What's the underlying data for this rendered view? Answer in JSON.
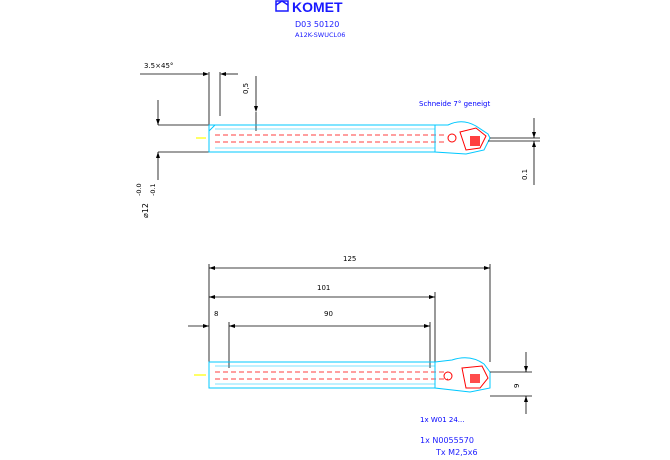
{
  "header": {
    "brand": "KOMET",
    "part_number": "D03 50120",
    "designation": "A12K-SWUCL06"
  },
  "top_view": {
    "chamfer_label": "3.5×45°",
    "dim_0_5": "0,5",
    "shank_diameter": "⌀12",
    "tol_upper": "-0.0",
    "tol_lower": "-0.1",
    "edge_note": "Schneide 7° geneigt",
    "dim_0_1": "0.1"
  },
  "side_view": {
    "dim_total": "125",
    "dim_101": "101",
    "dim_90": "90",
    "dim_8": "8",
    "dim_9": "9",
    "insert_spec": "1x W01 24..."
  },
  "accessories": {
    "screw_code": "1x N0055570",
    "screw_spec": "Tx M2,5x6"
  },
  "colors": {
    "brand": "#1a1aff",
    "dimension": "#000000",
    "outline": "#00c8ff",
    "centerline": "#ff0000",
    "note": "#0000ff",
    "accent": "#ffff00"
  }
}
